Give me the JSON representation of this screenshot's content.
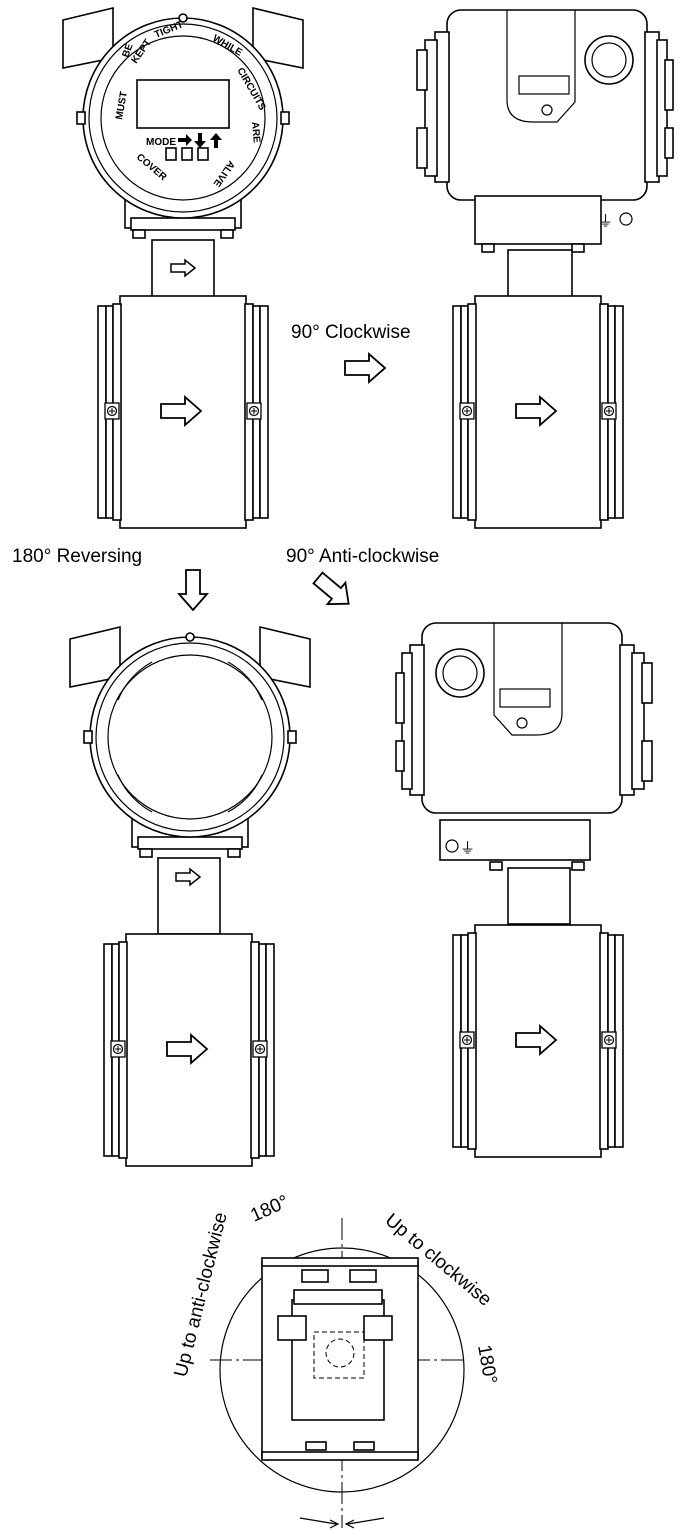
{
  "labels": {
    "clockwise_90": "90° Clockwise",
    "reversing_180": "180° Reversing",
    "anticlockwise_90": "90° Anti-clockwise",
    "up_to_anticlockwise": "Up to anti-clockwise",
    "up_to_anticlockwise_deg": "180°",
    "up_to_clockwise": "Up to clockwise",
    "up_to_clockwise_deg": "180°"
  },
  "cover_text": {
    "mode": "MODE",
    "words": [
      "COVER",
      "MUST",
      "BE",
      "KEPT",
      "TIGHT",
      "WHILE",
      "CIRCUITS",
      "ARE",
      "ALIVE"
    ]
  }
}
